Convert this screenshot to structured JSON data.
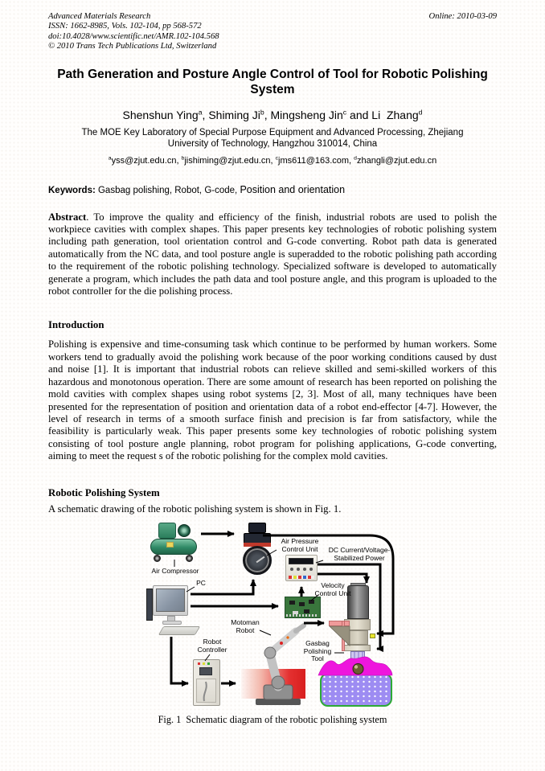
{
  "header": {
    "journal": "Advanced Materials Research",
    "issn": "ISSN: 1662-8985, Vols. 102-104, pp 568-572",
    "doi": "doi:10.4028/www.scientific.net/AMR.102-104.568",
    "copyright": "© 2010 Trans Tech Publications Ltd, Switzerland",
    "online": "Online: 2010-03-09"
  },
  "title_lines": [
    "Path Generation and Posture Angle Control of Tool for Robotic Polishing",
    "System"
  ],
  "authors": [
    {
      "t": "Shenshun Ying"
    },
    {
      "t": "a",
      "sup": true
    },
    {
      "t": ", Shiming Ji"
    },
    {
      "t": "b",
      "sup": true
    },
    {
      "t": ", Mingsheng Jin"
    },
    {
      "t": "c",
      "sup": true
    },
    {
      "t": " and Li  Zhang"
    },
    {
      "t": "d",
      "sup": true
    }
  ],
  "affiliation_lines": [
    "The MOE Key Laboratory of Special Purpose Equipment and Advanced Processing, Zhejiang",
    "University of Technology, Hangzhou 310014, China"
  ],
  "emails": [
    {
      "t": "a",
      "sup": true
    },
    {
      "t": "yss@zjut.edu.cn, "
    },
    {
      "t": "b",
      "sup": true
    },
    {
      "t": "jishiming@zjut.edu.cn, "
    },
    {
      "t": "c",
      "sup": true
    },
    {
      "t": "jms611@163.com, "
    },
    {
      "t": "d",
      "sup": true
    },
    {
      "t": "zhangli@zjut.edu.cn"
    }
  ],
  "keywords": {
    "label": "Keywords:",
    "main": " Gasbag polishing, Robot, G-code, ",
    "last": "Position and orientation"
  },
  "abstract": {
    "label": "Abstract",
    "text": ". To improve the quality and efficiency of the finish, industrial robots are used to polish the workpiece cavities with complex shapes. This paper presents key technologies of robotic polishing system including path generation, tool orientation control and G-code converting. Robot path data is generated automatically from the NC data, and tool posture angle is superadded to the robotic polishing path according to the requirement of the robotic polishing technology. Specialized software is developed to automatically generate a program, which includes the path data and tool posture angle, and this program is uploaded to the robot controller for the die polishing process."
  },
  "sections": {
    "introduction": {
      "heading": "Introduction",
      "body": "Polishing is expensive and time-consuming task which continue to be performed by human workers. Some workers tend to gradually avoid the polishing work because of the poor working conditions caused by dust and noise [1]. It is important that industrial robots can relieve skilled and semi-skilled workers of this hazardous and monotonous operation. There are some amount of research has been reported on polishing the mold cavities with complex shapes using robot systems [2, 3]. Most of all, many techniques have been presented for the representation of position and orientation data of a robot end-effector [4-7]. However, the level of research in terms of a smooth surface finish and precision is far from satisfactory, while the feasibility is particularly weak. This paper presents some key technologies of robotic polishing system consisting of tool posture angle planning, robot program for polishing applications, G-code converting, aiming to meet the request s of the robotic polishing for the complex mold cavities."
    },
    "system": {
      "heading": "Robotic Polishing System",
      "body": "A schematic drawing of the robotic polishing system is shown in Fig. 1."
    }
  },
  "figure": {
    "labels": {
      "air_compressor": "Air Compressor",
      "air_pressure": [
        "Air Pressure",
        "Control Unit"
      ],
      "dc_power": [
        "DC Current/Voltage-",
        "Stabilized Power"
      ],
      "pc": "PC",
      "velocity": [
        "Velocity",
        "Control Unit"
      ],
      "motoman": [
        "Motoman",
        "Robot"
      ],
      "controller": [
        "Robot",
        "Controller"
      ],
      "gasbag": [
        "Gasbag",
        "Polishing",
        "Tool"
      ]
    },
    "caption": "Fig. 1  Schematic diagram of the robotic polishing system"
  },
  "colors": {
    "robot_backdrop_red": "#d81f1f",
    "workpiece_purple": "#9d8cf2",
    "workpiece_border_green": "#2daa35",
    "workpiece_surface_magenta": "#ee16dd",
    "compressor_green": "#2f8a66",
    "pcb_green": "#39763c",
    "flange_pink": "#ef9a9a",
    "connector_yellow": "#e8e52c"
  }
}
